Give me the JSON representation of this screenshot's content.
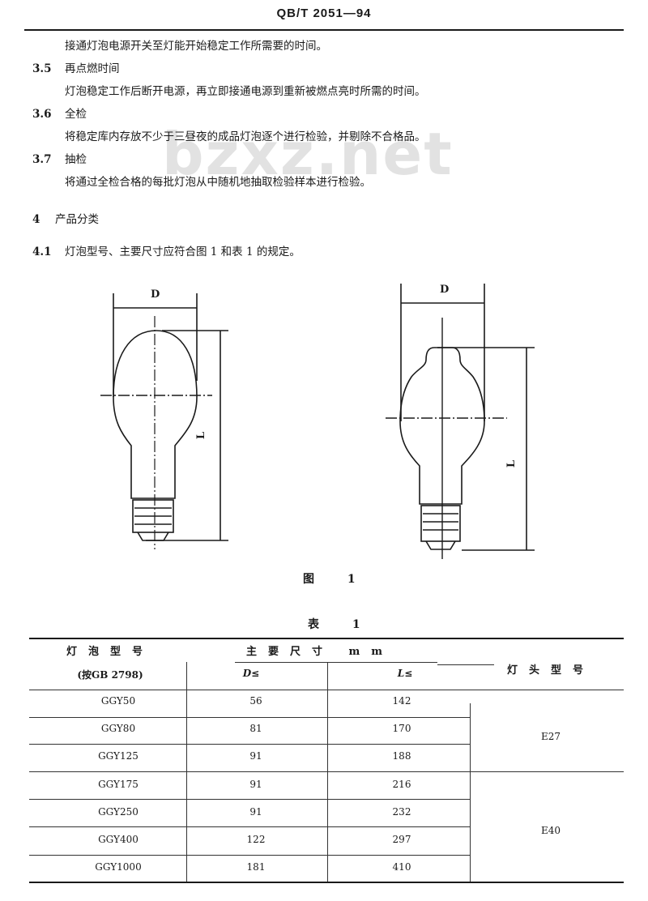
{
  "header": {
    "standard_code": "QB/T 2051—94"
  },
  "watermark": "bzxz.net",
  "sections": [
    {
      "num": "",
      "title": "",
      "text": "接通灯泡电源开关至灯能开始稳定工作所需要的时间。"
    },
    {
      "num": "3.5",
      "title": "再点燃时间",
      "text": "灯泡稳定工作后断开电源，再立即接通电源到重新被燃点亮时所需的时间。"
    },
    {
      "num": "3.6",
      "title": "全检",
      "text": "将稳定库内存放不少于三昼夜的成品灯泡逐个进行检验，并剔除不合格品。"
    },
    {
      "num": "3.7",
      "title": "抽检",
      "text": "将通过全检合格的每批灯泡从中随机地抽取检验样本进行检验。"
    },
    {
      "num": "4",
      "title": "产品分类",
      "text": ""
    },
    {
      "num": "4.1",
      "title": "",
      "text": "灯泡型号、主要尺寸应符合图 1 和表 1 的规定。"
    }
  ],
  "figure": {
    "caption": "图 1",
    "left_bulb": {
      "dim_d": "D",
      "dim_l": "L"
    },
    "right_bulb": {
      "dim_d": "D",
      "dim_l": "L"
    }
  },
  "table": {
    "caption": "表 1",
    "headers": {
      "model": "灯泡型号",
      "model_sub": "(按GB 2798)",
      "dims": "主要尺寸 mm",
      "d": "D≤",
      "l": "L≤",
      "cap": "灯头型号"
    },
    "rows": [
      {
        "model": "GGY50",
        "d": "56",
        "l": "142",
        "cap": "E27"
      },
      {
        "model": "GGY80",
        "d": "81",
        "l": "170",
        "cap": "E27"
      },
      {
        "model": "GGY125",
        "d": "91",
        "l": "188",
        "cap": "E27"
      },
      {
        "model": "GGY175",
        "d": "91",
        "l": "216",
        "cap": "E40"
      },
      {
        "model": "GGY250",
        "d": "91",
        "l": "232",
        "cap": "E40"
      },
      {
        "model": "GGY400",
        "d": "122",
        "l": "297",
        "cap": "E40"
      },
      {
        "model": "GGY1000",
        "d": "181",
        "l": "410",
        "cap": "E40"
      }
    ],
    "cap_groups": [
      {
        "label": "E27"
      },
      {
        "label": "E40"
      }
    ]
  }
}
